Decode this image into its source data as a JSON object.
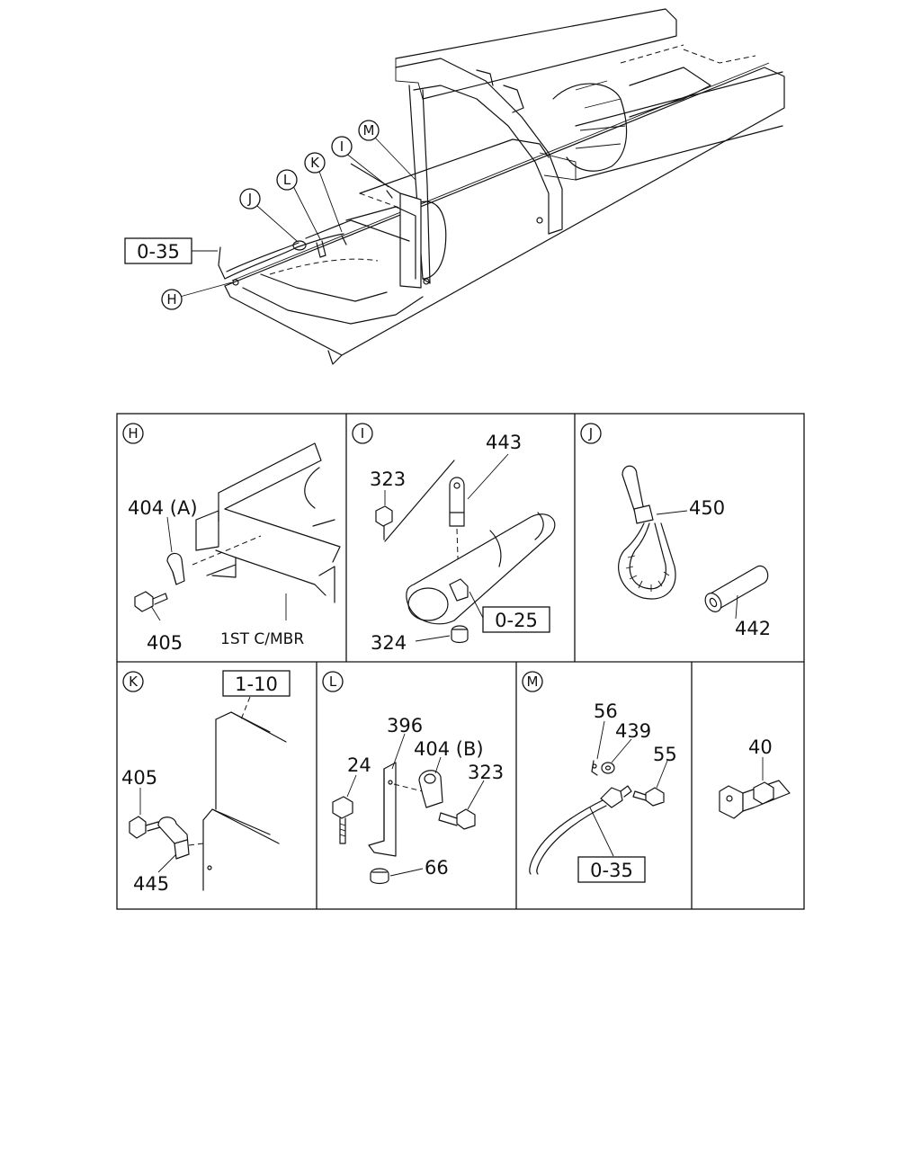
{
  "overview": {
    "ref_box": "0-35",
    "callouts": [
      "H",
      "J",
      "L",
      "K",
      "I",
      "M"
    ]
  },
  "panels": {
    "H": {
      "letter": "H",
      "parts": [
        "404 (A)",
        "405"
      ],
      "note": "1ST C/MBR"
    },
    "I": {
      "letter": "I",
      "parts": [
        "323",
        "443",
        "324"
      ],
      "ref_box": "0-25"
    },
    "J": {
      "letter": "J",
      "parts": [
        "450",
        "442"
      ]
    },
    "K": {
      "letter": "K",
      "parts": [
        "405",
        "445"
      ],
      "ref_box": "1-10"
    },
    "L": {
      "letter": "L",
      "parts": [
        "396",
        "404 (B)",
        "24",
        "323",
        "66"
      ]
    },
    "M": {
      "letter": "M",
      "parts": [
        "56",
        "439",
        "55"
      ],
      "ref_box": "0-35"
    },
    "N": {
      "parts": [
        "40"
      ]
    }
  }
}
